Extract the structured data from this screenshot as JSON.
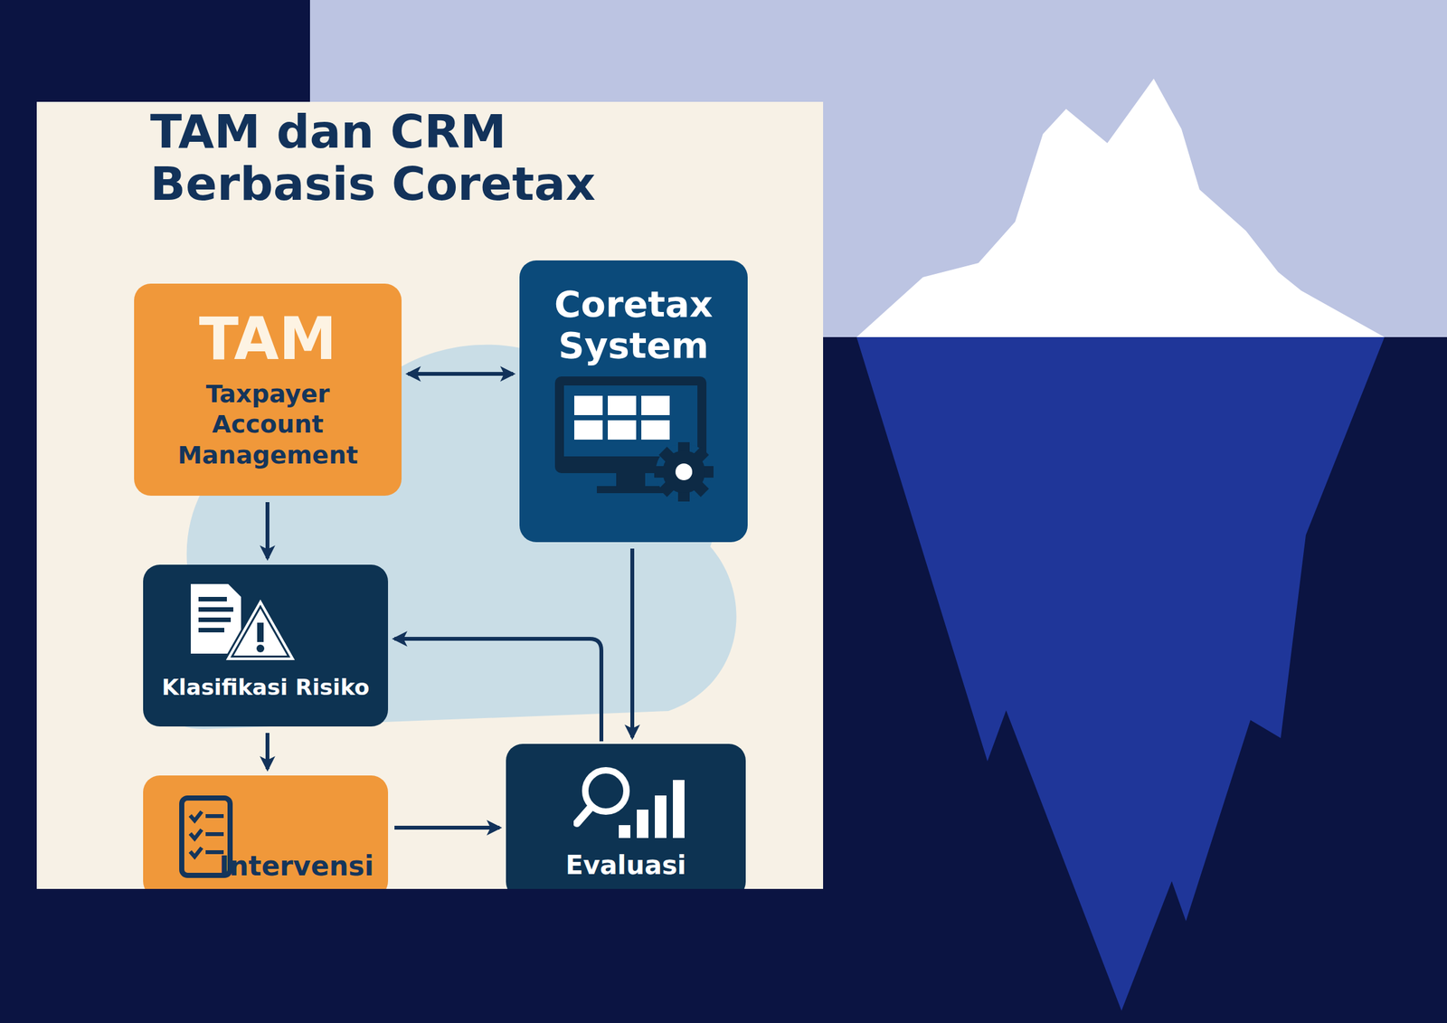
{
  "diagram": {
    "title": "TAM dan CRM Berbasis Coretax",
    "nodes": [
      {
        "text": [
          "TAM",
          "Taxpayer Account Management"
        ]
      },
      {
        "text": [
          "Coretax System"
        ]
      },
      {
        "text": [
          "Klasifikasi Risiko"
        ]
      },
      {
        "text": [
          "Intervensi"
        ]
      },
      {
        "text": [
          "Evaluasi"
        ]
      }
    ],
    "edges": [
      {
        "from": 0,
        "to": 1,
        "arrow": "both"
      },
      {
        "from": 0,
        "to": 2,
        "arrow": "to"
      },
      {
        "from": 2,
        "to": 3,
        "arrow": "to"
      },
      {
        "from": 1,
        "to": 4,
        "arrow": "to"
      },
      {
        "from": 3,
        "to": 4,
        "arrow": "to"
      },
      {
        "from": 4,
        "to": 2,
        "arrow": "to"
      }
    ]
  }
}
